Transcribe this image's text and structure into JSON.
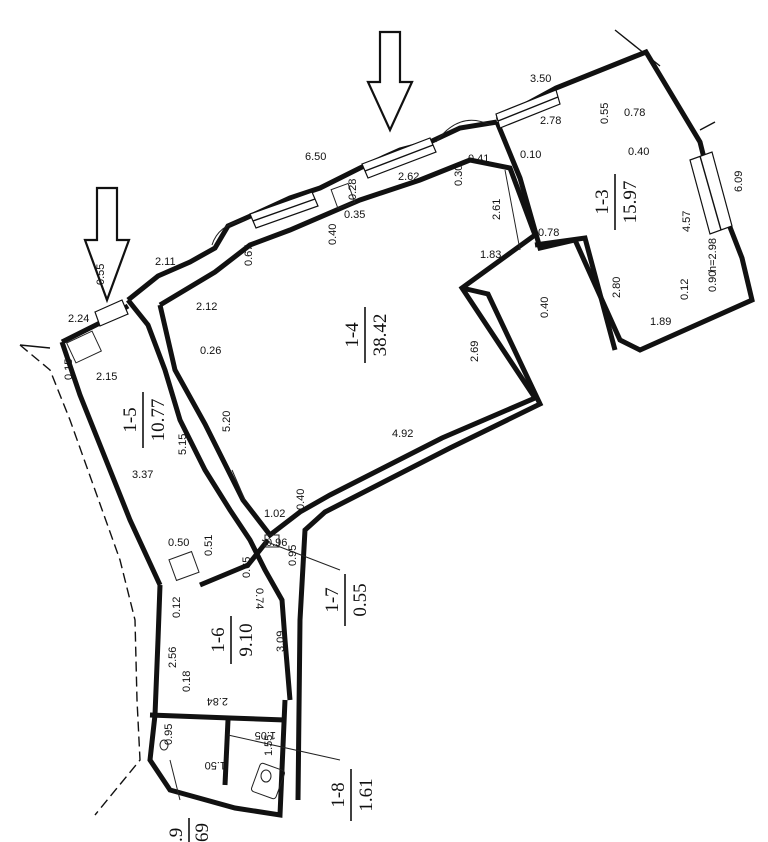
{
  "rooms": [
    {
      "id": "1-4",
      "area": "38.42"
    },
    {
      "id": "1-3",
      "area": "15.97"
    },
    {
      "id": "1-5",
      "area": "10.77"
    },
    {
      "id": "1-6",
      "area": "9.10"
    },
    {
      "id": "1-7",
      "area": "0.55"
    },
    {
      "id": "1-8",
      "area": "1.61"
    },
    {
      "id": ".9",
      "area": "69"
    }
  ],
  "dimensions": {
    "d_3_50": "3.50",
    "d_0_55a": "0.55",
    "d_0_78a": "0.78",
    "d_2_78": "2.78",
    "d_6_50": "6.50",
    "d_0_30": "0.30",
    "d_0_41": "0.41",
    "d_0_10": "0.10",
    "d_0_40a": "0.40",
    "d_6_09": "6.09",
    "d_2_62": "2.62",
    "d_0_28": "0.28",
    "d_0_35": "0.35",
    "d_0_40b": "0.40",
    "d_2_61": "2.61",
    "d_4_57": "4.57",
    "d_0_67": "0.67",
    "d_2_11": "2.11",
    "d_1_83": "1.83",
    "d_0_78b": "0.78",
    "d_h298": "h=2.98",
    "d_0_90": "0.90",
    "d_0_12a": "0.12",
    "d_2_80": "2.80",
    "d_1_89": "1.89",
    "d_0_40c": "0.40",
    "d_0_55b": "0.55",
    "d_2_24": "2.24",
    "d_2_12": "2.12",
    "d_2_69": "2.69",
    "d_0_15": "0.15",
    "d_2_15": "2.15",
    "d_0_26": "0.26",
    "d_5_20": "5.20",
    "d_5_15": "5.15",
    "d_4_92": "4.92",
    "d_3_37": "3.37",
    "d_0_40d": "0.40",
    "d_1_02": "1.02",
    "d_0_50": "0.50",
    "d_0_51": "0.51",
    "d_0_96": "0.96",
    "d_0_95a": "0.95",
    "d_0_65": "0.65",
    "d_0_74": "0.74",
    "d_0_12b": "0.12",
    "d_2_56": "2.56",
    "d_3_09": "3.09",
    "d_0_18": "0.18",
    "d_2_84": "2.84",
    "d_0_95b": "0.95",
    "d_1_05": "1.05",
    "d_1_55": "1.55",
    "d_1_50": "1.50"
  }
}
